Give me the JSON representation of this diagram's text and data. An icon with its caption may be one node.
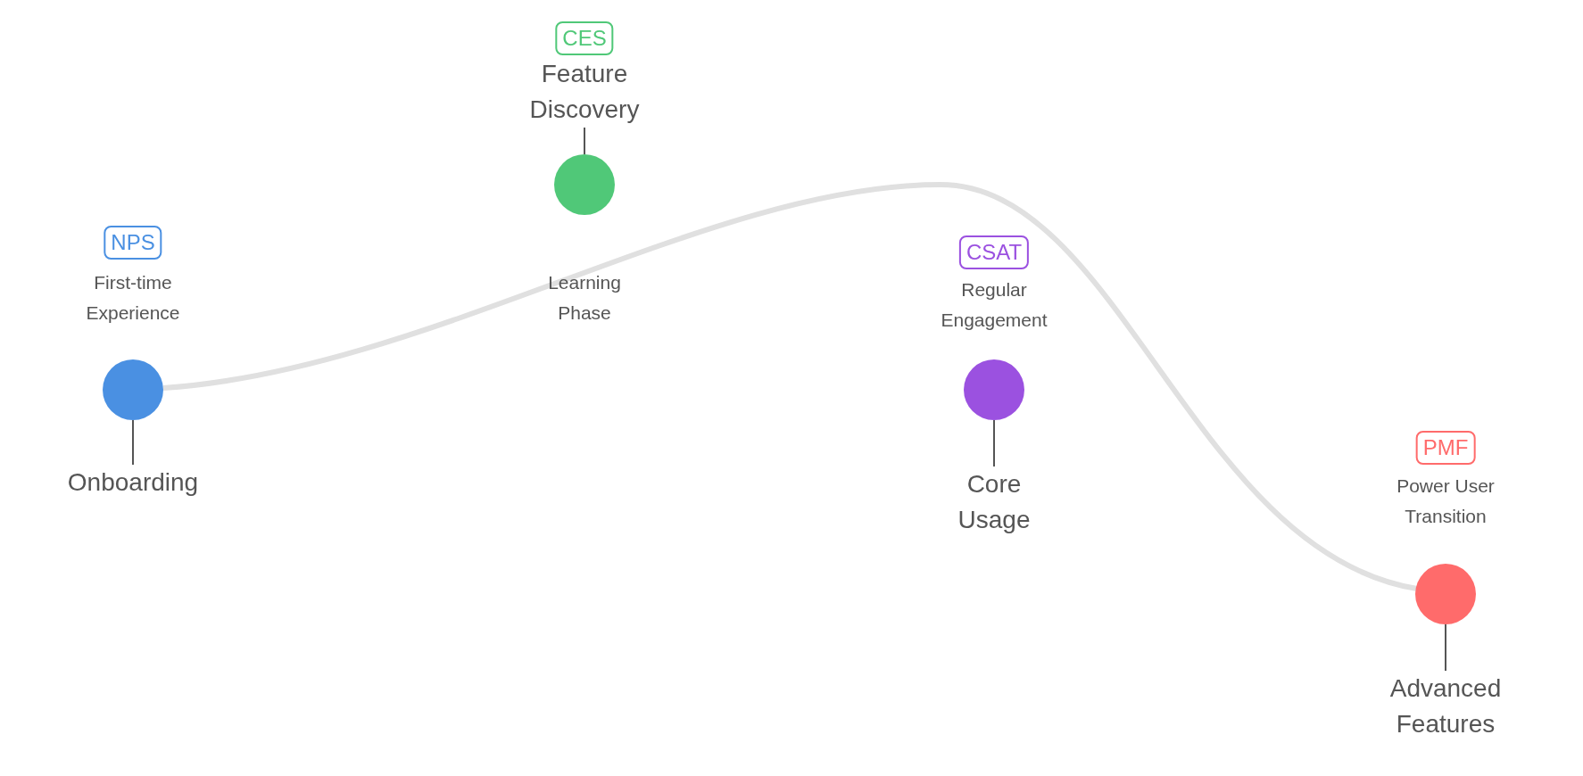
{
  "diagram": {
    "nodes": [
      {
        "text": [
          "NPS"
        ],
        "beside": [
          "First-time Experience"
        ]
      },
      {
        "text": [],
        "shape": "circle"
      },
      {
        "text": [
          "Onboarding"
        ]
      },
      {
        "text": [
          "CES"
        ]
      },
      {
        "text": [
          "Feature Discovery"
        ]
      },
      {
        "text": [],
        "shape": "circle",
        "beside": [
          "Learning Phase"
        ]
      },
      {
        "text": [
          "CSAT"
        ],
        "beside": [
          "Regular Engagement"
        ]
      },
      {
        "text": [],
        "shape": "circle"
      },
      {
        "text": [
          "Core Usage"
        ]
      },
      {
        "text": [
          "PMF"
        ],
        "beside": [
          "Power User Transition"
        ]
      },
      {
        "text": [],
        "shape": "circle"
      },
      {
        "text": [
          "Advanced Features"
        ]
      }
    ],
    "edges": [
      {
        "from": 1,
        "to": 2,
        "arrow": "none"
      },
      {
        "from": 5,
        "to": 4,
        "arrow": "none"
      },
      {
        "from": 7,
        "to": 8,
        "arrow": "none"
      },
      {
        "from": 10,
        "to": 11,
        "arrow": "none"
      },
      {
        "from": 1,
        "to": 10,
        "arrow": "none",
        "style": "thick",
        "color": "#e0e0e0"
      }
    ]
  }
}
